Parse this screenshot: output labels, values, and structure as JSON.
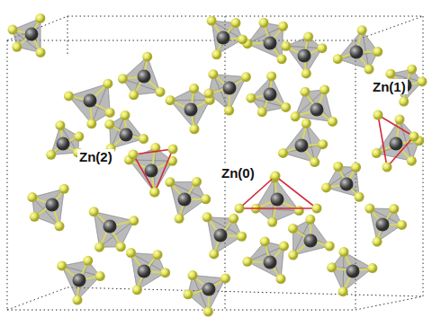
{
  "diagram": {
    "labels": [
      "Zn(2)",
      "Zn(0)",
      "Zn(1)"
    ]
  }
}
